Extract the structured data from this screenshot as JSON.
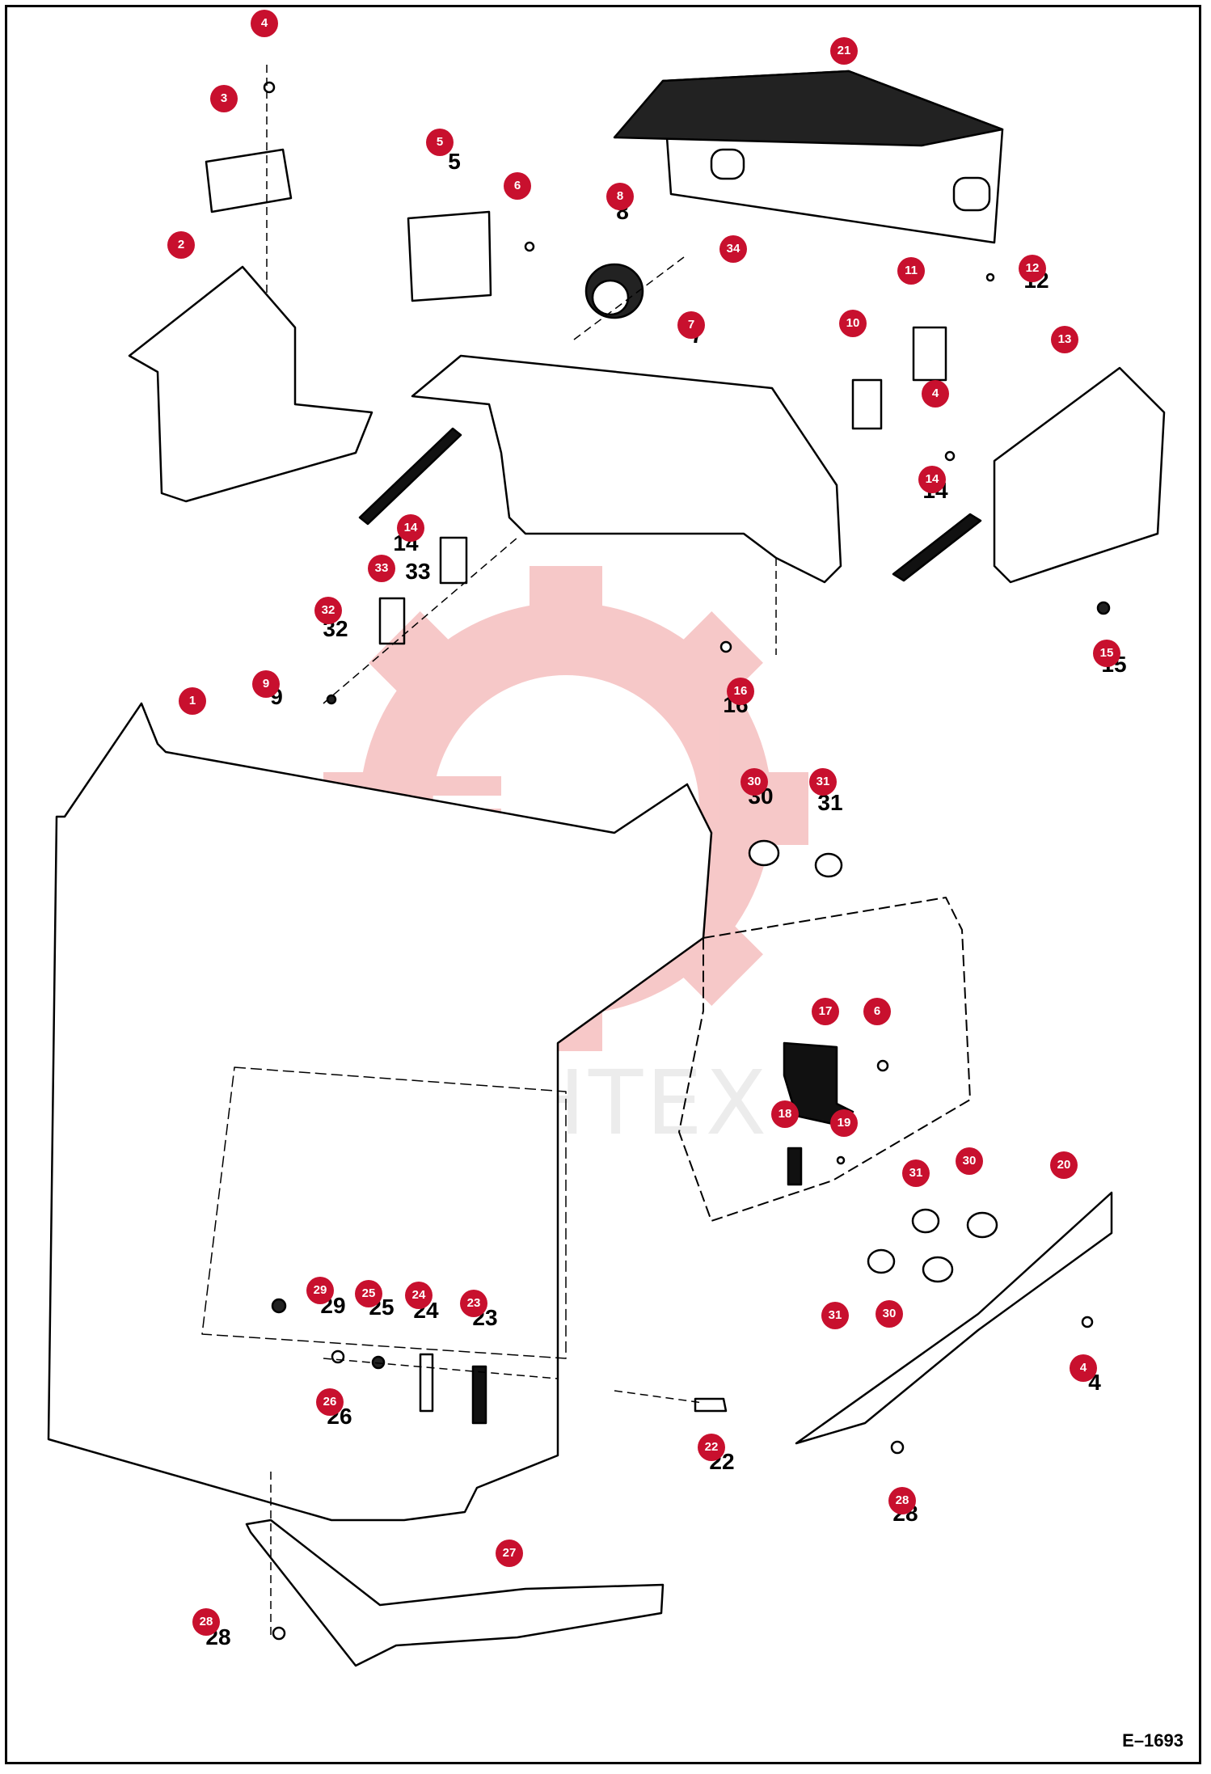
{
  "diagram": {
    "code": "E–1693",
    "watermark_text": "ИНТЕХ",
    "callout_color": "#c8102e",
    "watermark_color": "#f4b6b6",
    "callouts": [
      "4",
      "3",
      "2",
      "5",
      "6",
      "8",
      "34",
      "21",
      "11",
      "12",
      "10",
      "7",
      "13",
      "4",
      "14",
      "14",
      "33",
      "32",
      "9",
      "16",
      "15",
      "1",
      "30",
      "31",
      "17",
      "6",
      "18",
      "19",
      "31",
      "30",
      "20",
      "31",
      "30",
      "4",
      "29",
      "25",
      "24",
      "23",
      "26",
      "22",
      "28",
      "27",
      "28"
    ],
    "part_labels": [
      "5",
      "8",
      "7",
      "14",
      "14",
      "30",
      "31",
      "9",
      "16",
      "15",
      "32",
      "33",
      "29",
      "25",
      "24",
      "23",
      "26",
      "22",
      "12",
      "4",
      "28",
      "28"
    ]
  }
}
